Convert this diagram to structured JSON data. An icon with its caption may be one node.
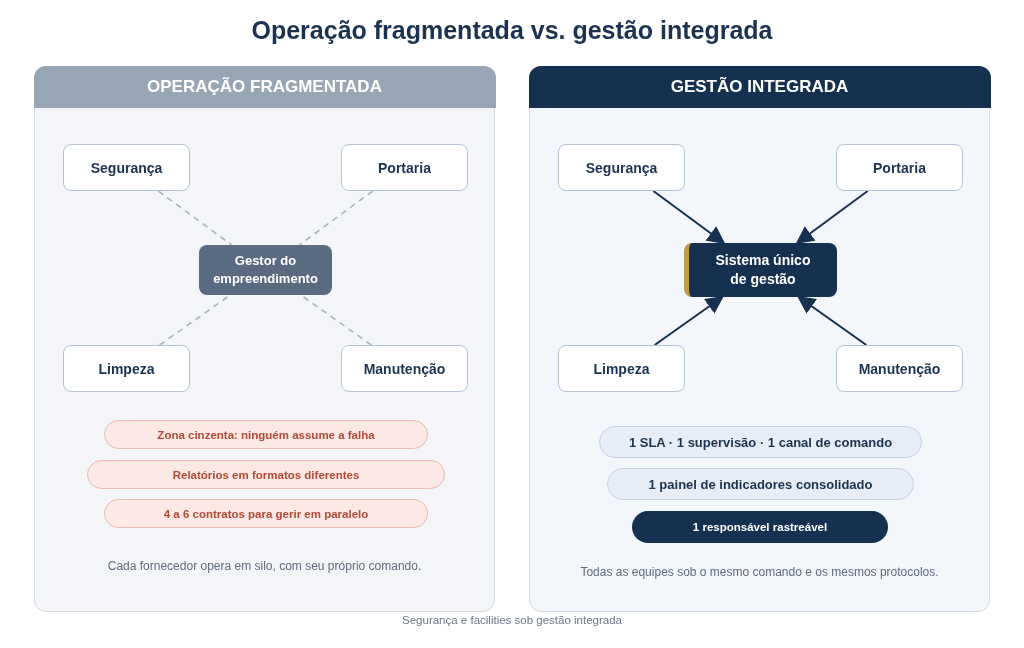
{
  "diagram": {
    "title": "Operação fragmentada vs. gestão integrada",
    "caption": "Segurança e facilities sob gestão integrada",
    "nodes": [
      {
        "text": [
          "OPERAÇÃO FRAGMENTADA",
          "Cada fornecedor opera em silo, com seu próprio comando."
        ]
      },
      {
        "text": [
          "Segurança"
        ],
        "in": 0
      },
      {
        "text": [
          "Portaria"
        ],
        "in": 0
      },
      {
        "text": [
          "Gestor do empreendimento"
        ],
        "in": 0
      },
      {
        "text": [
          "Limpeza"
        ],
        "in": 0
      },
      {
        "text": [
          "Manutenção"
        ],
        "in": 0
      },
      {
        "text": [
          "Zona cinzenta: ninguém assume a falha"
        ],
        "in": 0
      },
      {
        "text": [
          "Relatórios em formatos diferentes"
        ],
        "in": 0
      },
      {
        "text": [
          "4 a 6 contratos para gerir em paralelo"
        ],
        "in": 0
      },
      {
        "text": [
          "GESTÃO INTEGRADA",
          "Todas as equipes sob o mesmo comando e os mesmos protocolos."
        ]
      },
      {
        "text": [
          "Segurança"
        ],
        "in": 9
      },
      {
        "text": [
          "Portaria"
        ],
        "in": 9
      },
      {
        "text": [
          "Sistema único de gestão"
        ],
        "in": 9
      },
      {
        "text": [
          "Limpeza"
        ],
        "in": 9
      },
      {
        "text": [
          "Manutenção"
        ],
        "in": 9
      },
      {
        "text": [
          "1 SLA · 1 supervisão · 1 canal de comando"
        ],
        "in": 9
      },
      {
        "text": [
          "1 painel de indicadores consolidado"
        ],
        "in": 9
      },
      {
        "text": [
          "1 responsável rastreável"
        ],
        "in": 9
      }
    ],
    "edges": [
      {
        "from": 1,
        "to": 3,
        "arrow": "none",
        "style": "dashed",
        "color": "#a9b3c1"
      },
      {
        "from": 2,
        "to": 3,
        "arrow": "none",
        "style": "dashed",
        "color": "#a9b3c1"
      },
      {
        "from": 4,
        "to": 3,
        "arrow": "none",
        "style": "dashed",
        "color": "#a9b3c1"
      },
      {
        "from": 5,
        "to": 3,
        "arrow": "none",
        "style": "dashed",
        "color": "#a9b3c1"
      },
      {
        "from": 10,
        "to": 12,
        "arrow": "to",
        "color": "#16304f"
      },
      {
        "from": 11,
        "to": 12,
        "arrow": "to",
        "color": "#16304f"
      },
      {
        "from": 13,
        "to": 12,
        "arrow": "to",
        "color": "#16304f"
      },
      {
        "from": 14,
        "to": 12,
        "arrow": "to",
        "color": "#16304f"
      }
    ]
  }
}
